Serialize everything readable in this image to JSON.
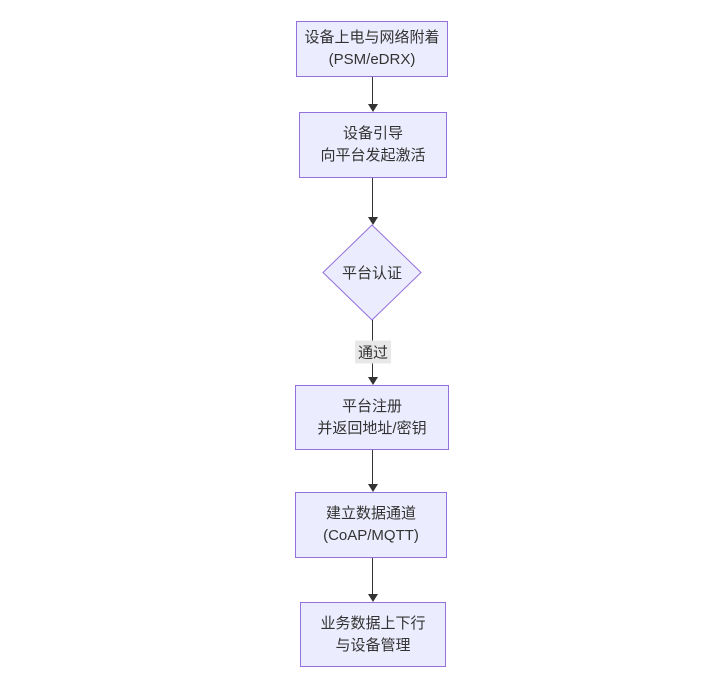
{
  "diagram": {
    "type": "flowchart",
    "direction": "top-down",
    "colors": {
      "background": "#ffffff",
      "node_fill": "#ECECFF",
      "node_border": "#9370DB",
      "text": "#333333",
      "edge": "#333333",
      "edge_label_bg": "#e8e8e8"
    },
    "nodes": [
      {
        "id": "A",
        "shape": "rect",
        "lines": [
          "设备上电与网络附着",
          "(PSM/eDRX)"
        ]
      },
      {
        "id": "B",
        "shape": "rect",
        "lines": [
          "设备引导",
          "向平台发起激活"
        ]
      },
      {
        "id": "C",
        "shape": "diamond",
        "lines": [
          "平台认证"
        ]
      },
      {
        "id": "D",
        "shape": "rect",
        "lines": [
          "平台注册",
          "并返回地址/密钥"
        ]
      },
      {
        "id": "E",
        "shape": "rect",
        "lines": [
          "建立数据通道",
          "(CoAP/MQTT)"
        ]
      },
      {
        "id": "F",
        "shape": "rect",
        "lines": [
          "业务数据上下行",
          "与设备管理"
        ]
      }
    ],
    "edges": [
      {
        "from": "A",
        "to": "B",
        "label": ""
      },
      {
        "from": "B",
        "to": "C",
        "label": ""
      },
      {
        "from": "C",
        "to": "D",
        "label": "通过"
      },
      {
        "from": "D",
        "to": "E",
        "label": ""
      },
      {
        "from": "E",
        "to": "F",
        "label": ""
      }
    ]
  }
}
